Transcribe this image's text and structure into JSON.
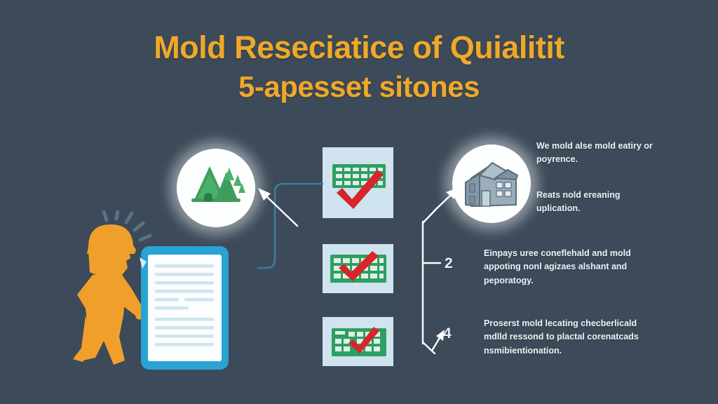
{
  "theme": {
    "background": "#3c4a59",
    "title_color": "#f0a828",
    "text_color": "#eef3f6",
    "accent_orange": "#f0a02a",
    "card_background": "#cfe4ee",
    "grid_green": "#2f9e63",
    "check_red": "#d6252b",
    "connector_blue": "#3d7c99",
    "connector_white": "#ffffff",
    "circle_white": "#fdfefe",
    "tree_green": "#45a864",
    "house_gray": "#8a9aa8",
    "clipboard_blue": "#29a3d4"
  },
  "title": {
    "line1": "Mold Reseciatice of Quialitit",
    "line2": "5-apesset sitones"
  },
  "illustrations": {
    "worker": {
      "name": "inspector-worker-figure",
      "alt": "orange silhouette of worker with hard hat holding a tool"
    },
    "clipboard": {
      "name": "document-clipboard",
      "alt": "blue clipboard with lined document"
    },
    "trees_circle": {
      "name": "forest-trees-icon",
      "alt": "white circle containing green pine trees"
    },
    "house_circle": {
      "name": "house-building-icon",
      "alt": "white circle containing a gray-blue house"
    }
  },
  "cards": [
    {
      "id": "card-1",
      "name": "checklist-card-1",
      "alt": "green grid checklist with red check mark"
    },
    {
      "id": "card-2",
      "name": "checklist-card-2",
      "alt": "green grid checklist with red check mark"
    },
    {
      "id": "card-3",
      "name": "checklist-card-3",
      "alt": "green grid checklist with red check mark"
    }
  ],
  "notes": [
    {
      "id": "note-1",
      "number": "",
      "text": "We mold alse mold eatiry or poyrence."
    },
    {
      "id": "note-2",
      "number": "",
      "text": "Reats nold ereaning uplication."
    },
    {
      "id": "note-3",
      "number": "2",
      "text": "Einpays uree coneflehald and mold appoting nonl agizaes alshant and peporatogy."
    },
    {
      "id": "note-4",
      "number": "4",
      "text": "Proserst mold lecating checberlicald mdlld ressond to plactal corenatcads nsmibientionation."
    }
  ]
}
